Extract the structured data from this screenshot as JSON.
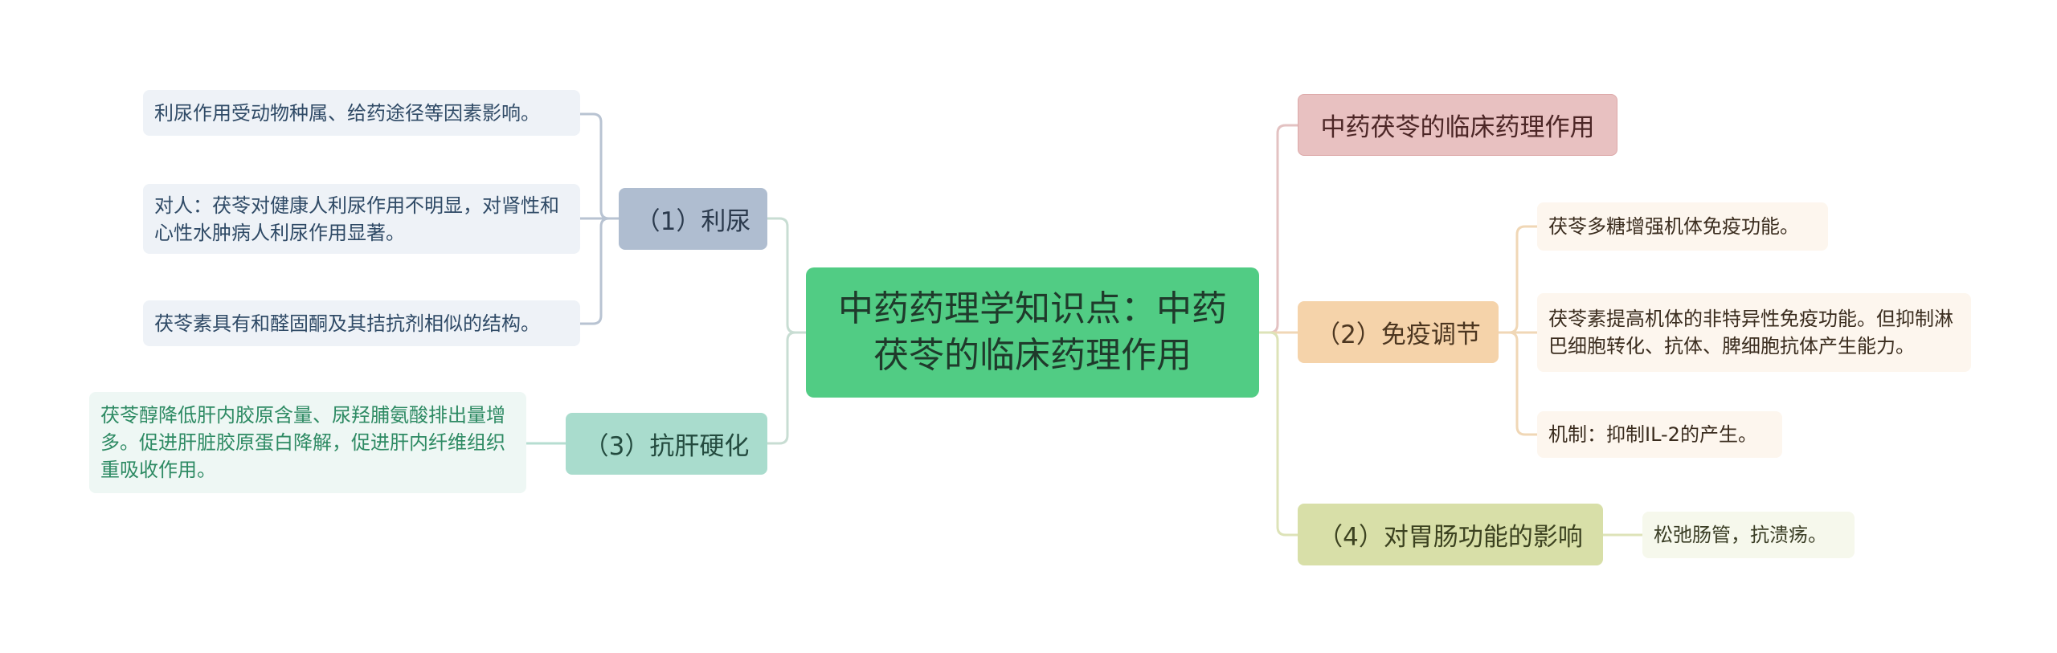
{
  "root": {
    "label": "中药药理学知识点：中药茯苓的临床药理作用"
  },
  "branches": {
    "lini": {
      "label": "（1）利尿",
      "leaves": [
        "利尿作用受动物种属、给药途径等因素影响。",
        "对人：茯苓对健康人利尿作用不明显，对肾性和心性水肿病人利尿作用显著。",
        "茯苓素具有和醛固酮及其拮抗剂相似的结构。"
      ]
    },
    "kangganyinghua": {
      "label": "（3）抗肝硬化",
      "leaves": [
        "茯苓醇降低肝内胶原含量、尿羟脯氨酸排出量增多。促进肝脏胶原蛋白降解，促进肝内纤维组织重吸收作用。"
      ]
    },
    "zhongyao": {
      "label": "中药茯苓的临床药理作用",
      "leaves": []
    },
    "mianyi": {
      "label": "（2）免疫调节",
      "leaves": [
        "茯苓多糖增强机体免疫功能。",
        "茯苓素提高机体的非特异性免疫功能。但抑制淋巴细胞转化、抗体、脾细胞抗体产生能力。",
        "机制：抑制IL-2的产生。"
      ]
    },
    "weichang": {
      "label": "（4）对胃肠功能的影响",
      "leaves": [
        "松弛肠管，抗溃疡。"
      ]
    }
  },
  "colors": {
    "root": "#51cc84",
    "lini": "#afbdd0",
    "kangganyinghua": "#a9dccd",
    "zhongyao": "#e8c1c1",
    "mianyi": "#f5d3aa",
    "weichang": "#d8dfa8"
  }
}
